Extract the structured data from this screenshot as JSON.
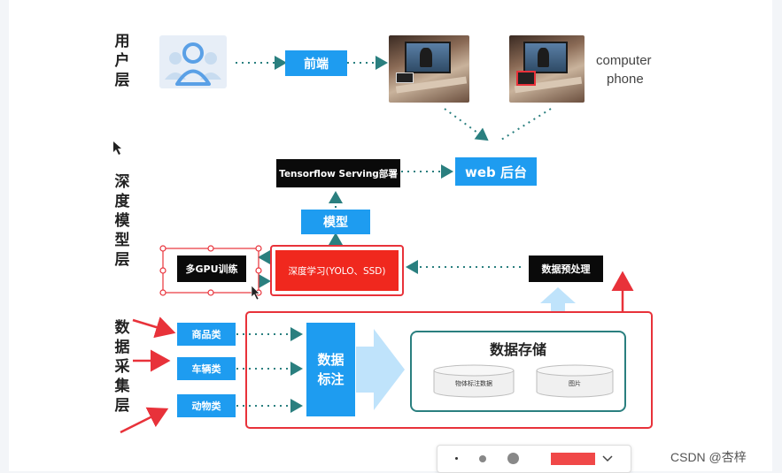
{
  "layers": {
    "user": [
      "用",
      "户",
      "层"
    ],
    "model": [
      "深",
      "度",
      "模",
      "型",
      "层"
    ],
    "data": [
      "数",
      "据",
      "采",
      "集",
      "层"
    ]
  },
  "nodes": {
    "frontend": "前端",
    "device_label": [
      "computer",
      "phone"
    ],
    "serving": "Tensorflow Serving部署",
    "web_backend": "web 后台",
    "model": "模型",
    "multi_gpu": "多GPU训练",
    "deep_learning": "深度学习(YOLO、SSD)",
    "preprocess": "数据预处理",
    "categories": [
      "商品类",
      "车辆类",
      "动物类"
    ],
    "annotation": [
      "数据",
      "标注"
    ],
    "storage_title": "数据存储",
    "db_objects": "物体标注数据",
    "db_images": "图片"
  },
  "colors": {
    "blue": "#1e9cf0",
    "red": "#e8323a",
    "teal": "#2a7f7f",
    "light_blue": "#bfe3fb"
  },
  "toolbar": {
    "color_swatch": "#f04848"
  },
  "watermark": "CSDN @杏梓"
}
